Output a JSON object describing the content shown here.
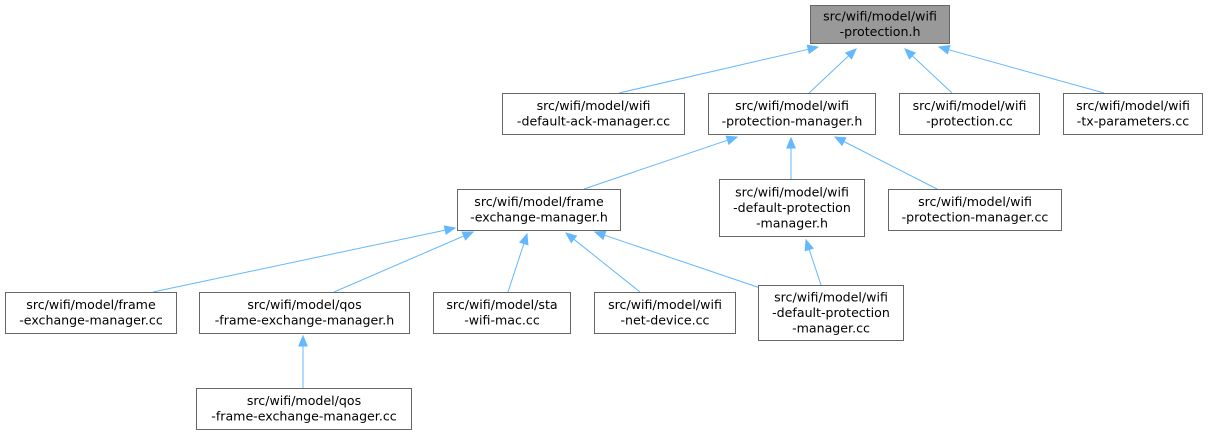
{
  "diagram": {
    "type": "include-dependency-graph",
    "colors": {
      "root_fill": "#999999",
      "node_fill": "#ffffff",
      "node_border": "#666666",
      "edge": "#63b8ff"
    },
    "nodes": [
      {
        "id": "root",
        "lines": [
          "src/wifi/model/wifi",
          "-protection.h"
        ]
      },
      {
        "id": "default_ack_manager_cc",
        "lines": [
          "src/wifi/model/wifi",
          "-default-ack-manager.cc"
        ]
      },
      {
        "id": "protection_manager_h",
        "lines": [
          "src/wifi/model/wifi",
          "-protection-manager.h"
        ]
      },
      {
        "id": "protection_cc",
        "lines": [
          "src/wifi/model/wifi",
          "-protection.cc"
        ]
      },
      {
        "id": "tx_parameters_cc",
        "lines": [
          "src/wifi/model/wifi",
          "-tx-parameters.cc"
        ]
      },
      {
        "id": "frame_exchange_manager_h",
        "lines": [
          "src/wifi/model/frame",
          "-exchange-manager.h"
        ]
      },
      {
        "id": "default_protection_manager_h",
        "lines": [
          "src/wifi/model/wifi",
          "-default-protection",
          "-manager.h"
        ]
      },
      {
        "id": "protection_manager_cc",
        "lines": [
          "src/wifi/model/wifi",
          "-protection-manager.cc"
        ]
      },
      {
        "id": "frame_exchange_manager_cc",
        "lines": [
          "src/wifi/model/frame",
          "-exchange-manager.cc"
        ]
      },
      {
        "id": "qos_frame_exchange_manager_h",
        "lines": [
          "src/wifi/model/qos",
          "-frame-exchange-manager.h"
        ]
      },
      {
        "id": "sta_wifi_mac_cc",
        "lines": [
          "src/wifi/model/sta",
          "-wifi-mac.cc"
        ]
      },
      {
        "id": "net_device_cc",
        "lines": [
          "src/wifi/model/wifi",
          "-net-device.cc"
        ]
      },
      {
        "id": "default_protection_manager_cc",
        "lines": [
          "src/wifi/model/wifi",
          "-default-protection",
          "-manager.cc"
        ]
      },
      {
        "id": "qos_frame_exchange_manager_cc",
        "lines": [
          "src/wifi/model/qos",
          "-frame-exchange-manager.cc"
        ]
      }
    ],
    "edges": [
      {
        "from": "default_ack_manager_cc",
        "to": "root"
      },
      {
        "from": "protection_manager_h",
        "to": "root"
      },
      {
        "from": "protection_cc",
        "to": "root"
      },
      {
        "from": "tx_parameters_cc",
        "to": "root"
      },
      {
        "from": "frame_exchange_manager_h",
        "to": "protection_manager_h"
      },
      {
        "from": "default_protection_manager_h",
        "to": "protection_manager_h"
      },
      {
        "from": "protection_manager_cc",
        "to": "protection_manager_h"
      },
      {
        "from": "frame_exchange_manager_cc",
        "to": "frame_exchange_manager_h"
      },
      {
        "from": "qos_frame_exchange_manager_h",
        "to": "frame_exchange_manager_h"
      },
      {
        "from": "sta_wifi_mac_cc",
        "to": "frame_exchange_manager_h"
      },
      {
        "from": "net_device_cc",
        "to": "frame_exchange_manager_h"
      },
      {
        "from": "default_protection_manager_cc",
        "to": "frame_exchange_manager_h"
      },
      {
        "from": "default_protection_manager_cc",
        "to": "default_protection_manager_h"
      },
      {
        "from": "qos_frame_exchange_manager_cc",
        "to": "qos_frame_exchange_manager_h"
      }
    ]
  }
}
